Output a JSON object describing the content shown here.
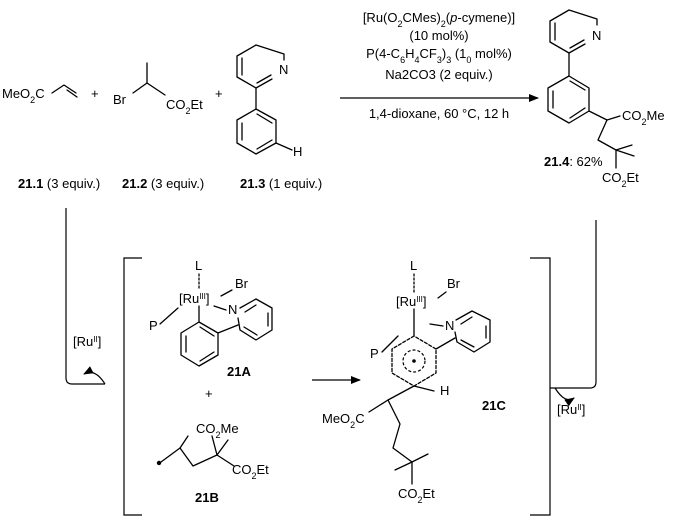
{
  "compounds": {
    "c211": {
      "formula": "MeO2C",
      "label": "21.1",
      "equiv": " (3 equiv.)"
    },
    "c212": {
      "br": "Br",
      "ester": "CO2Et",
      "label": "21.2",
      "equiv": " (3 equiv.)"
    },
    "c213": {
      "n": "N",
      "h": "H",
      "label": "21.3",
      "equiv": " (1 equiv.)"
    },
    "c214": {
      "n": "N",
      "ester1": "CO2Me",
      "ester2": "CO2Et",
      "label": "21.4",
      "yield": ": 62%"
    }
  },
  "plus_sign": "+",
  "conditions": {
    "catalyst": "[Ru(O2CMes)2(p-cymene)]",
    "catalyst_loading": "(10 mol%)",
    "ligand": "P(4-C6H4CF3)3 (10 mol%)",
    "base": "Na2CO3 (2 equiv.)",
    "solvent": "1,4-dioxane, 60 °C, 12 h"
  },
  "mechanism": {
    "ru_in": "[RuII]",
    "ru_out": "[RuII]",
    "int21A": {
      "label": "21A",
      "metal": "[RuIII]",
      "L": "L",
      "Br": "Br",
      "P": "P",
      "N": "N"
    },
    "int21B": {
      "label": "21B",
      "ester1": "CO2Me",
      "ester2": "CO2Et"
    },
    "int21C": {
      "label": "21C",
      "metal": "[RuIII]",
      "L": "L",
      "Br": "Br",
      "P": "P",
      "N": "N",
      "H": "H",
      "ester1": "MeO2C",
      "ester2": "CO2Et"
    }
  }
}
